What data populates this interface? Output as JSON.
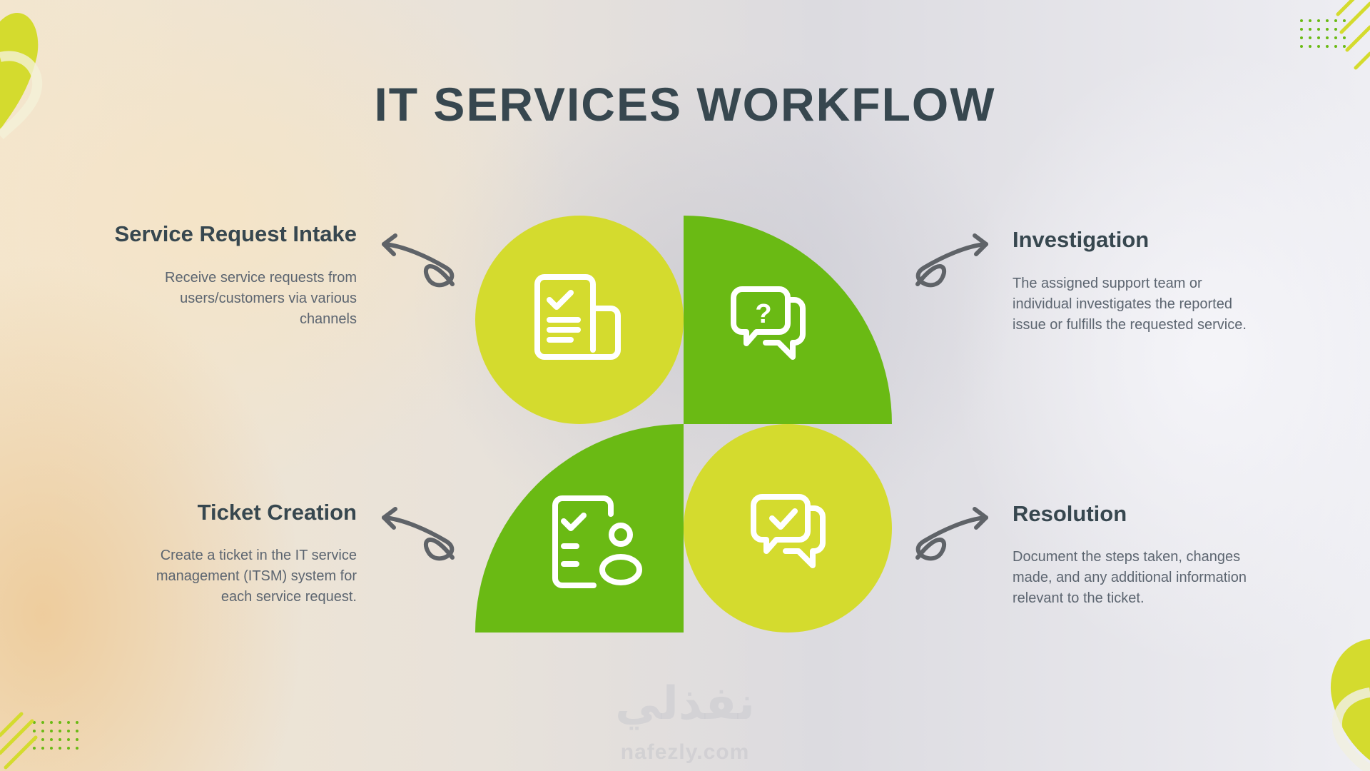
{
  "title": "IT SERVICES WORKFLOW",
  "colors": {
    "lime": "#d4db2e",
    "green": "#6aba14",
    "text_dark": "#37474f",
    "text_body": "#5c6570",
    "arrow": "#5f6368"
  },
  "steps": [
    {
      "title": "Service Request Intake",
      "description": "Receive service requests from users/customers via various channels",
      "icon": "document-check-icon"
    },
    {
      "title": "Investigation",
      "description": "The assigned support team or individual investigates the reported issue or fulfills the requested service.",
      "icon": "question-chat-icon"
    },
    {
      "title": "Ticket Creation",
      "description": "Create a ticket in the IT service management (ITSM) system for each service request.",
      "icon": "clipboard-user-icon"
    },
    {
      "title": "Resolution",
      "description": "Document the steps taken, changes made, and any additional information relevant to the ticket.",
      "icon": "check-chat-icon"
    }
  ],
  "watermark": {
    "arabic": "نفذلي",
    "latin": "nafezly.com"
  }
}
